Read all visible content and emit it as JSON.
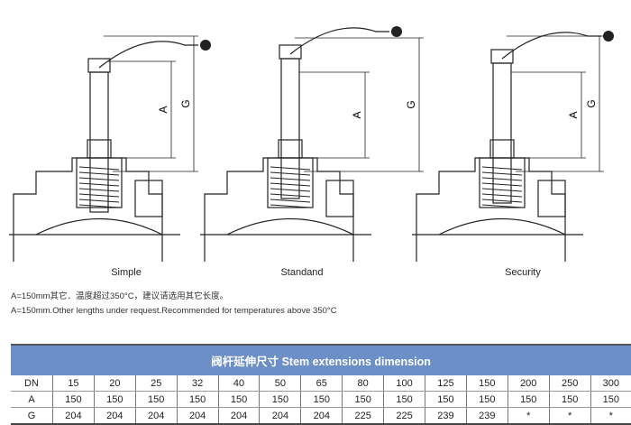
{
  "figures": [
    {
      "label": "Simple"
    },
    {
      "label": "Standand"
    },
    {
      "label": "Security"
    }
  ],
  "dim_labels": {
    "a": "A",
    "g": "G"
  },
  "notes": {
    "cn": "A=150mm其它．温度超过350°C，建议请选用其它长度。",
    "en": "A=150mm.Other lengths under request.Recommended for temperatures above 350°C"
  },
  "table": {
    "title": "阀杆延伸尺寸 Stem extensions dimension",
    "rows": [
      [
        "DN",
        "15",
        "20",
        "25",
        "32",
        "40",
        "50",
        "65",
        "80",
        "100",
        "125",
        "150",
        "200",
        "250",
        "300"
      ],
      [
        "A",
        "150",
        "150",
        "150",
        "150",
        "150",
        "150",
        "150",
        "150",
        "150",
        "150",
        "150",
        "150",
        "150",
        "150"
      ],
      [
        "G",
        "204",
        "204",
        "204",
        "204",
        "204",
        "204",
        "204",
        "225",
        "225",
        "239",
        "239",
        "*",
        "*",
        "*"
      ]
    ]
  }
}
